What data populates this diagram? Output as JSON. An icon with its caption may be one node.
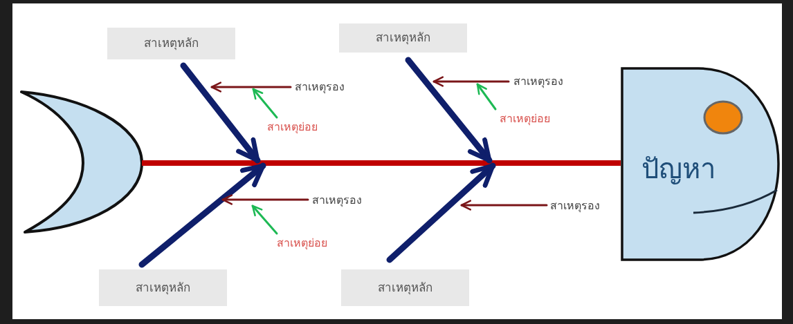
{
  "diagram": {
    "nodes": [
      {
        "text": [],
        "shape": "crescent"
      },
      {
        "text": [
          "สาเหตุหลัก"
        ]
      },
      {
        "text": [
          "สาเหตุรอง"
        ]
      },
      {
        "text": [
          "สาเหตุย่อย"
        ]
      },
      {
        "text": [
          "สาเหตุหลัก"
        ]
      },
      {
        "text": [
          "สาเหตุรอง"
        ]
      },
      {
        "text": [
          "สาเหตุย่อย"
        ]
      },
      {
        "text": [
          "ปัญหา"
        ]
      },
      {
        "text": [
          "สาเหตุรอง"
        ]
      },
      {
        "text": [
          "สาเหตุย่อย"
        ]
      },
      {
        "text": [
          "สาเหตุรอง"
        ]
      },
      {
        "text": [
          "สาเหตุหลัก"
        ]
      },
      {
        "text": [
          "สาเหตุหลัก"
        ]
      },
      {
        "text": [],
        "shape": "bar"
      }
    ],
    "edges": [
      {
        "from": 1,
        "to": 13,
        "arrow": "to",
        "style": "thick",
        "color": "#0f1f6b"
      },
      {
        "from": 4,
        "to": 13,
        "arrow": "to",
        "style": "thick",
        "color": "#0f1f6b"
      },
      {
        "from": 11,
        "to": 13,
        "arrow": "to",
        "style": "thick",
        "color": "#0f1f6b"
      },
      {
        "from": 12,
        "to": 13,
        "arrow": "to",
        "style": "thick",
        "color": "#0f1f6b"
      },
      {
        "from": 2,
        "to": null,
        "arrow": "to",
        "color": "#7a1518"
      },
      {
        "from": 5,
        "to": null,
        "arrow": "to",
        "color": "#7a1518"
      },
      {
        "from": 8,
        "to": null,
        "arrow": "to",
        "color": "#7a1518"
      },
      {
        "from": 10,
        "to": null,
        "arrow": "to",
        "color": "#7a1518"
      },
      {
        "from": 3,
        "to": null,
        "arrow": "to",
        "color": "#1db954"
      },
      {
        "from": 6,
        "to": null,
        "arrow": "to",
        "color": "#1db954"
      },
      {
        "from": 9,
        "to": null,
        "arrow": "to",
        "color": "#1db954"
      }
    ]
  }
}
